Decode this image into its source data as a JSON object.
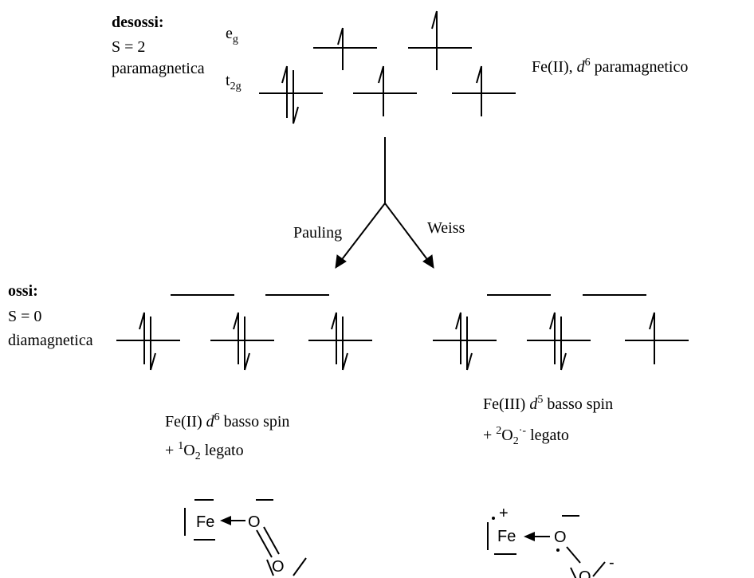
{
  "top": {
    "state_label": "desossi:",
    "spin": "S = 2",
    "magnetism": "paramagnetica",
    "eg_label": "e",
    "eg_sub": "g",
    "t2g_label": "t",
    "t2g_sub": "2g",
    "right_label_pre": "Fe(II), ",
    "right_label_d": "d",
    "right_label_sup": "6",
    "right_label_post": " paramagnetico"
  },
  "branches": {
    "left": "Pauling",
    "right": "Weiss"
  },
  "bottom_left_state": {
    "state_label": "ossi:",
    "spin": "S = 0",
    "magnetism": "diamagnetica"
  },
  "pauling_result": {
    "line1_pre": "Fe(II) ",
    "line1_d": "d",
    "line1_sup": "6",
    "line1_post": " basso spin",
    "line2_plus": "+ ",
    "line2_sup": "1",
    "line2_o": "O",
    "line2_sub": "2",
    "line2_post": " legato"
  },
  "weiss_result": {
    "line1_pre": "Fe(III) ",
    "line1_d": "d",
    "line1_sup": "5",
    "line1_post": " basso spin",
    "line2_plus": "+ ",
    "line2_sup": "2",
    "line2_o": "O",
    "line2_sub": "2",
    "line2_sup2": "·-",
    "line2_post": " legato"
  },
  "structures": {
    "fe": "Fe",
    "o": "O",
    "plus": "+",
    "minus": "-"
  }
}
